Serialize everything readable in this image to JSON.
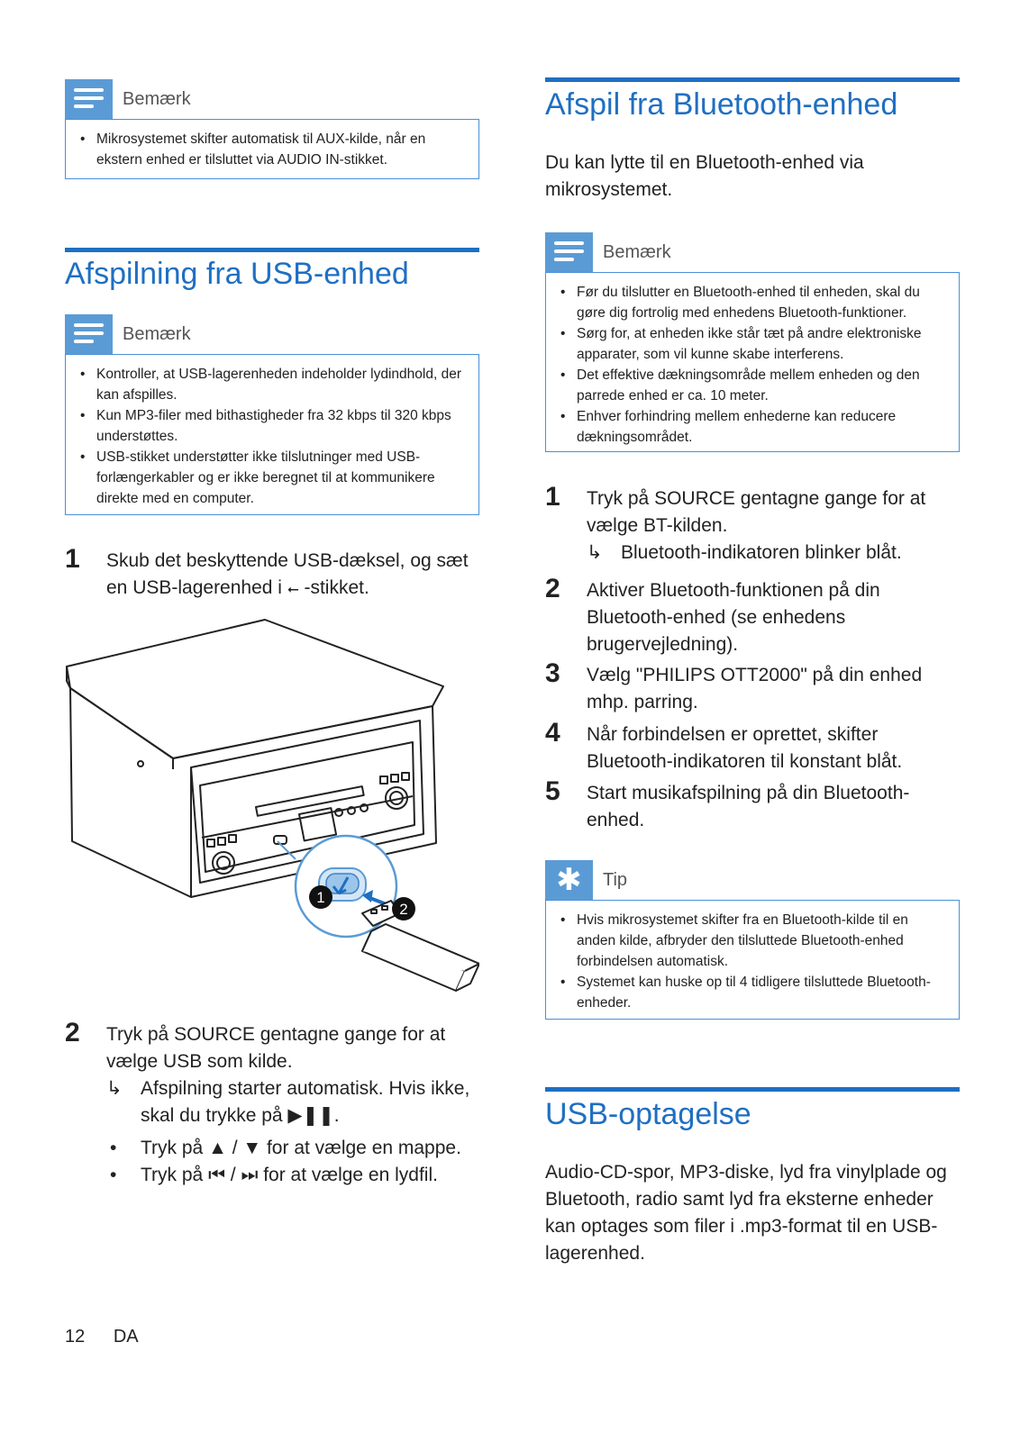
{
  "left": {
    "note1": {
      "label": "Bemærk",
      "items": [
        "Mikrosystemet skifter automatisk til AUX-kilde, når en ekstern enhed er tilsluttet via AUDIO IN-stikket."
      ]
    },
    "section_title": "Afspilning fra USB-enhed",
    "note2": {
      "label": "Bemærk",
      "items": [
        "Kontroller, at USB-lagerenheden indeholder lydindhold, der kan afspilles.",
        "Kun MP3-filer med bithastigheder fra 32 kbps til 320 kbps understøttes.",
        "USB-stikket understøtter ikke tilslutninger med USB-forlængerkabler og er ikke beregnet til at kommunikere direkte med en computer."
      ]
    },
    "step1": {
      "num": "1",
      "text_a": "Skub det beskyttende USB-dæksel, og sæt en USB-lagerenhed i",
      "usb_symbol": "⭠",
      "text_b": "-stikket."
    },
    "step2": {
      "num": "2",
      "text": "Tryk på SOURCE gentagne gange for at vælge USB som kilde.",
      "result_arrow": "↳",
      "result": "Afspilning starter automatisk. Hvis ikke, skal du trykke på ▶❚❚.",
      "bullets": [
        "Tryk på ▲ / ▼ for at vælge en mappe.",
        "Tryk på ⏮ / ⏭ for at vælge en lydfil."
      ],
      "bullet_symbol": "•"
    },
    "figure": {
      "callout1": "1",
      "callout2": "2"
    }
  },
  "right": {
    "section_title": "Afspil fra Bluetooth-enhed",
    "intro": "Du kan lytte til en Bluetooth-enhed via mikrosystemet.",
    "note": {
      "label": "Bemærk",
      "items": [
        "Før du tilslutter en Bluetooth-enhed til enheden, skal du gøre dig fortrolig med enhedens Bluetooth-funktioner.",
        "Sørg for, at enheden ikke står tæt på andre elektroniske apparater, som vil kunne skabe interferens.",
        "Det effektive dækningsområde mellem enheden og den parrede enhed er ca. 10 meter.",
        "Enhver forhindring mellem enhederne kan reducere dækningsområdet."
      ]
    },
    "steps": [
      {
        "num": "1",
        "text": "Tryk på SOURCE gentagne gange for at vælge BT-kilden.",
        "result": "Bluetooth-indikatoren blinker blåt."
      },
      {
        "num": "2",
        "text": "Aktiver Bluetooth-funktionen på din Bluetooth-enhed (se enhedens brugervejledning)."
      },
      {
        "num": "3",
        "text": "Vælg \"PHILIPS OTT2000\" på din enhed mhp. parring."
      },
      {
        "num": "4",
        "text": "Når forbindelsen er oprettet, skifter Bluetooth-indikatoren til konstant blåt."
      },
      {
        "num": "5",
        "text": "Start musikafspilning på din Bluetooth-enhed."
      }
    ],
    "result_arrow": "↳",
    "tip": {
      "label": "Tip",
      "icon": "✱",
      "items": [
        "Hvis mikrosystemet skifter fra en Bluetooth-kilde til en anden kilde, afbryder den tilsluttede Bluetooth-enhed forbindelsen automatisk.",
        "Systemet kan huske op til 4 tidligere tilsluttede Bluetooth-enheder."
      ]
    },
    "section2_title": "USB-optagelse",
    "section2_text": "Audio-CD-spor, MP3-diske, lyd fra vinylplade og Bluetooth, radio samt lyd fra eksterne enheder kan optages som filer i .mp3-format til en USB-lagerenhed."
  },
  "footer": {
    "page": "12",
    "lang": "DA"
  },
  "colors": {
    "accent": "#1f6fc2",
    "note_box": "#5b9bd5",
    "note_border": "#4a90d9"
  }
}
